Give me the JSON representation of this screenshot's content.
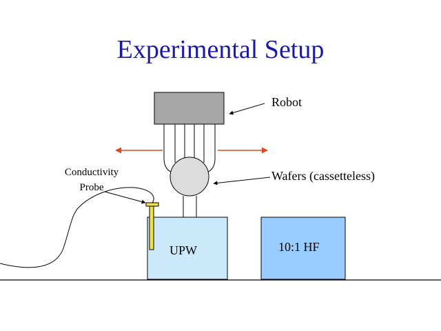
{
  "title": "Experimental Setup",
  "labels": {
    "robot": "Robot",
    "wafers": "Wafers (cassetteless)",
    "probe_line1": "Conductivity",
    "probe_line2": "Probe",
    "upw": "UPW",
    "hf": "10:1 HF"
  },
  "colors": {
    "title": "#1a1aa6",
    "robot_block": "#a6a6a6",
    "wafer": "#dcdcdc",
    "upw_tank": "#cce8fb",
    "hf_tank": "#99ccff",
    "probe": "#f2e14c",
    "motion_arrows": "#e0491f"
  }
}
